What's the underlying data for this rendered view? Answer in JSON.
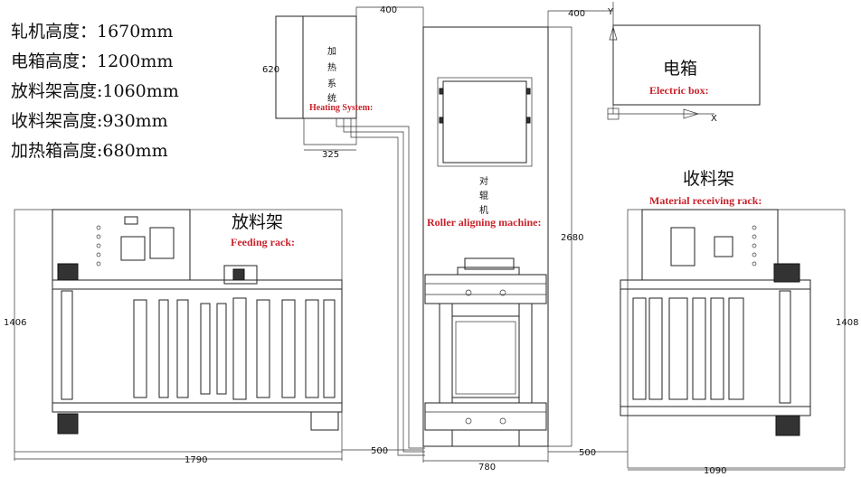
{
  "specs": [
    "轧机高度：1670mm",
    "电箱高度：1200mm",
    "放料架高度:1060mm",
    "收料架高度:930mm",
    "加热箱高度:680mm"
  ],
  "heating_system": {
    "label_cn_chars": [
      "加",
      "热",
      "系",
      "统"
    ],
    "label_en": "Heating System:",
    "dim_height": "620",
    "dim_width": "325"
  },
  "electric_box": {
    "label_cn": "电箱",
    "label_en": "Electric box:",
    "axis_y": "Y",
    "axis_x": "X"
  },
  "roller_machine": {
    "label_cn_chars": [
      "对",
      "辊",
      "机"
    ],
    "label_en": "Roller aligning machine:",
    "dim_height": "2680",
    "dim_width": "780"
  },
  "feeding_rack": {
    "label_cn": "放料架",
    "label_en": "Feeding rack:",
    "dim_height": "1406",
    "dim_width": "1790"
  },
  "receiving_rack": {
    "label_cn": "收料架",
    "label_en": "Material receiving rack:",
    "dim_height": "1408",
    "dim_width": "1090"
  },
  "spacings": {
    "top_left": "400",
    "top_right": "400",
    "bottom_left": "500",
    "bottom_right": "500"
  }
}
